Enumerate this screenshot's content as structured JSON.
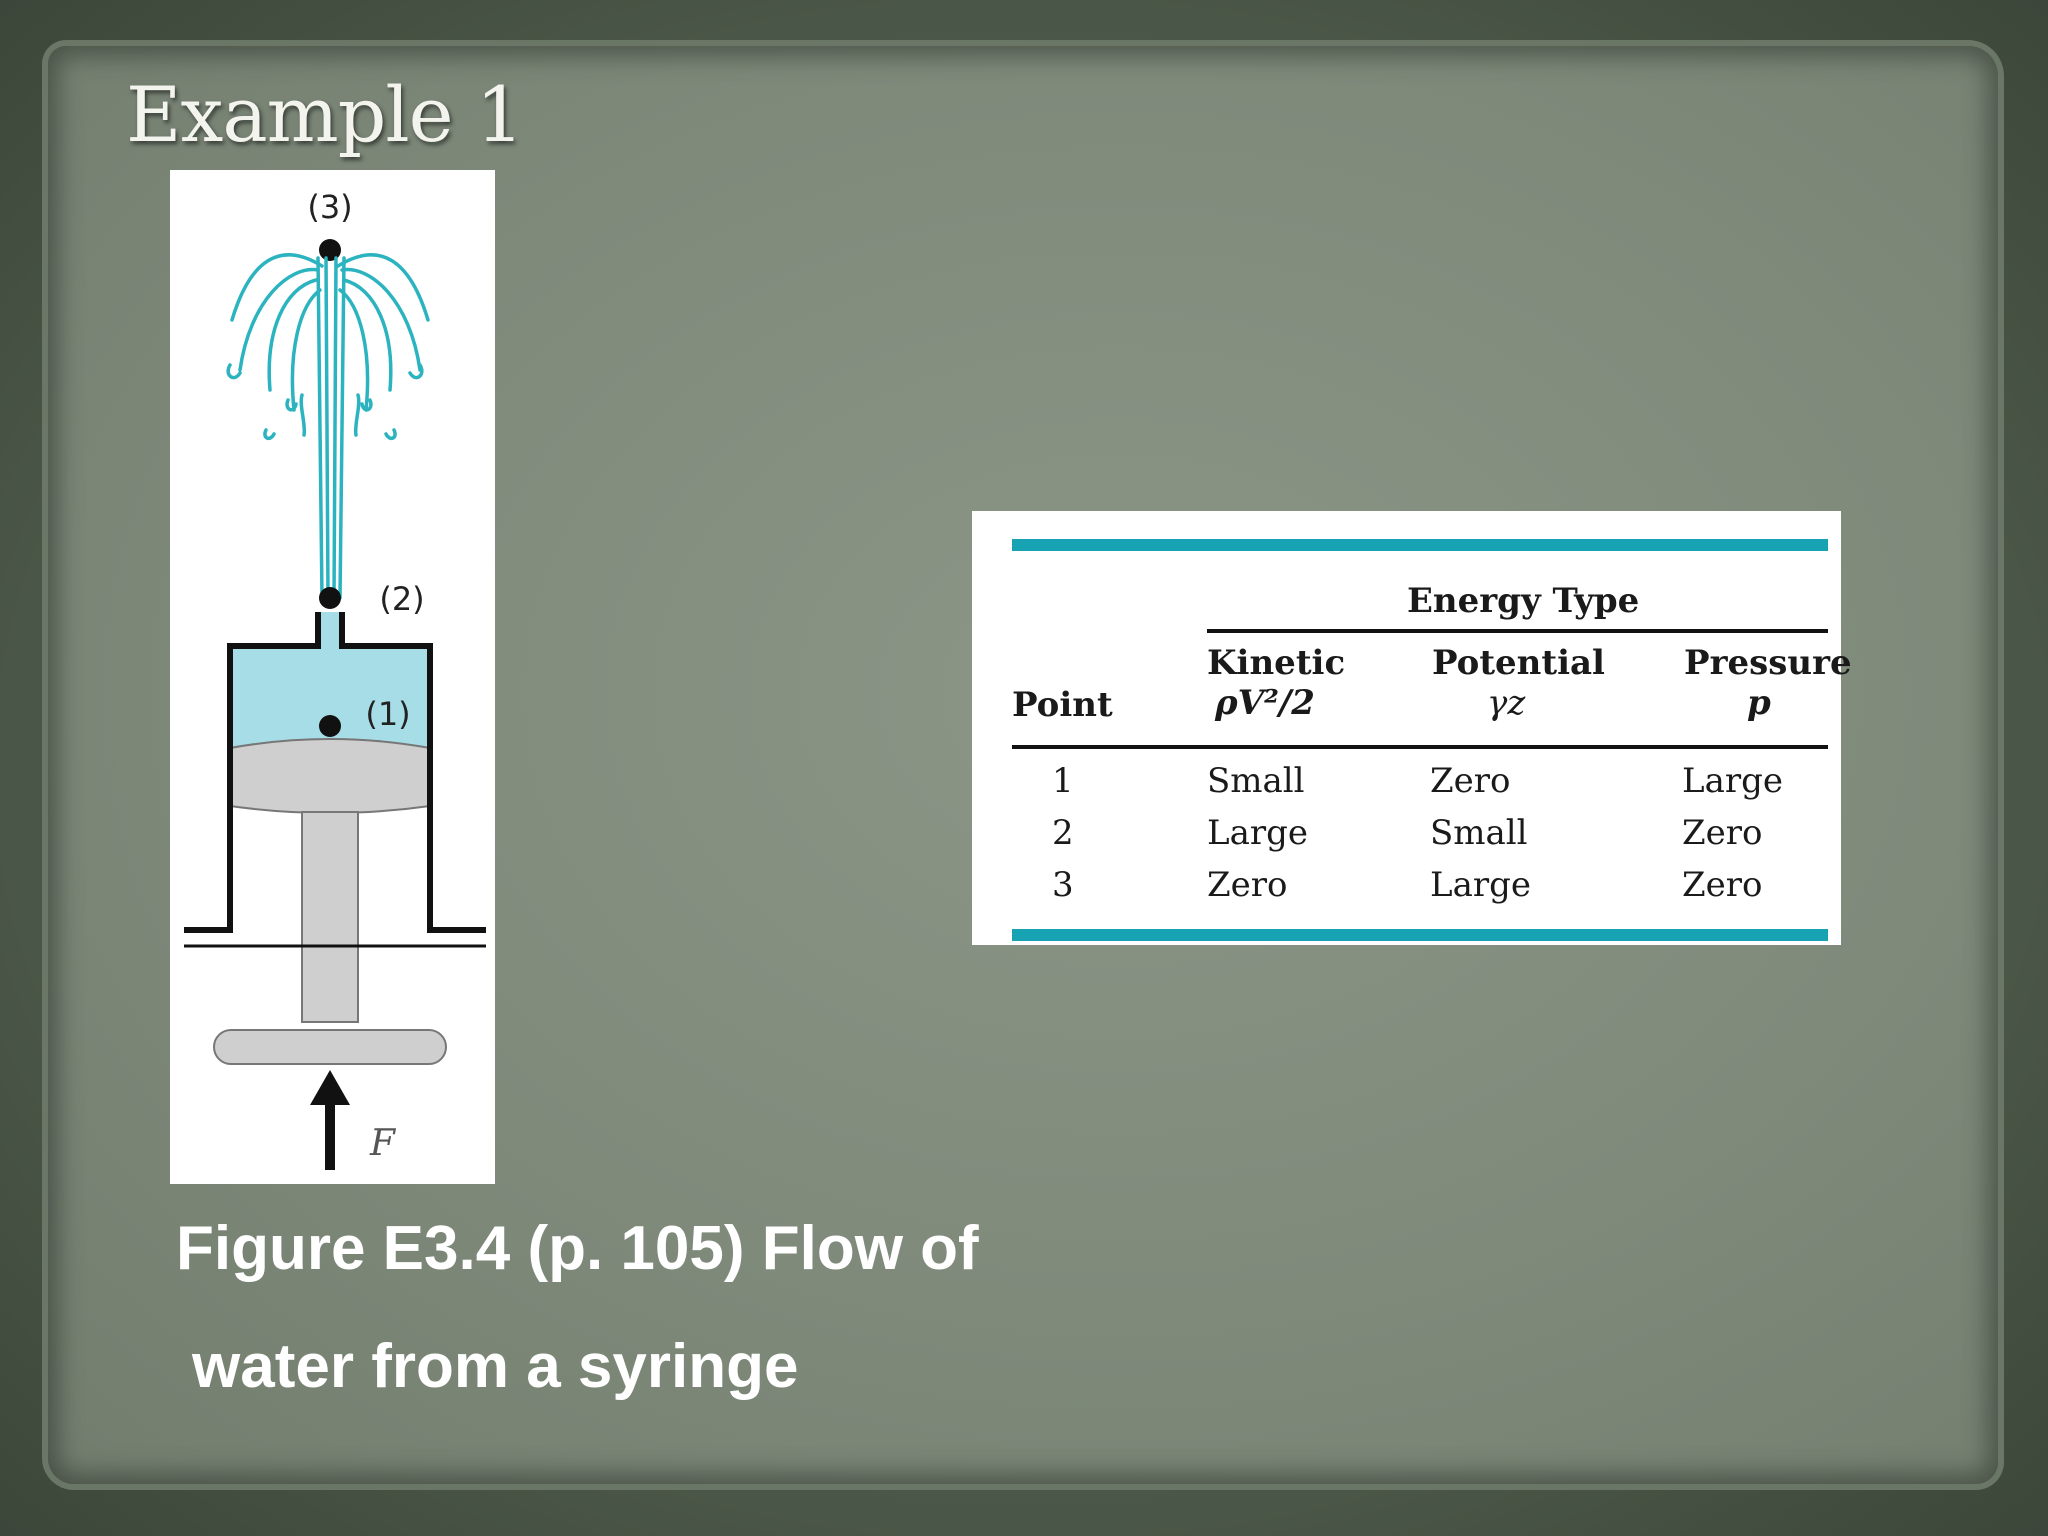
{
  "slide": {
    "title": "Example 1",
    "caption_line1": "Figure E3.4 (p. 105) Flow of",
    "caption_line2": "water from a syringe"
  },
  "figure": {
    "label_point3": "(3)",
    "label_point2": "(2)",
    "label_point1": "(1)",
    "label_force": "F",
    "colors": {
      "water": "#2bb3c0",
      "fluid": "#a6dde6",
      "piston": "#cfcfcf"
    }
  },
  "table": {
    "group_header": "Energy Type",
    "col_point": "Point",
    "col_kinetic": "Kinetic",
    "col_kinetic_sym": "ρV²/2",
    "col_potential": "Potential",
    "col_potential_sym": "γz",
    "col_pressure": "Pressure",
    "col_pressure_sym": "p",
    "rows": [
      {
        "point": "1",
        "kinetic": "Small",
        "potential": "Zero",
        "pressure": "Large"
      },
      {
        "point": "2",
        "kinetic": "Large",
        "potential": "Small",
        "pressure": "Zero"
      },
      {
        "point": "3",
        "kinetic": "Zero",
        "potential": "Large",
        "pressure": "Zero"
      }
    ],
    "accent": "#17a3b3"
  }
}
